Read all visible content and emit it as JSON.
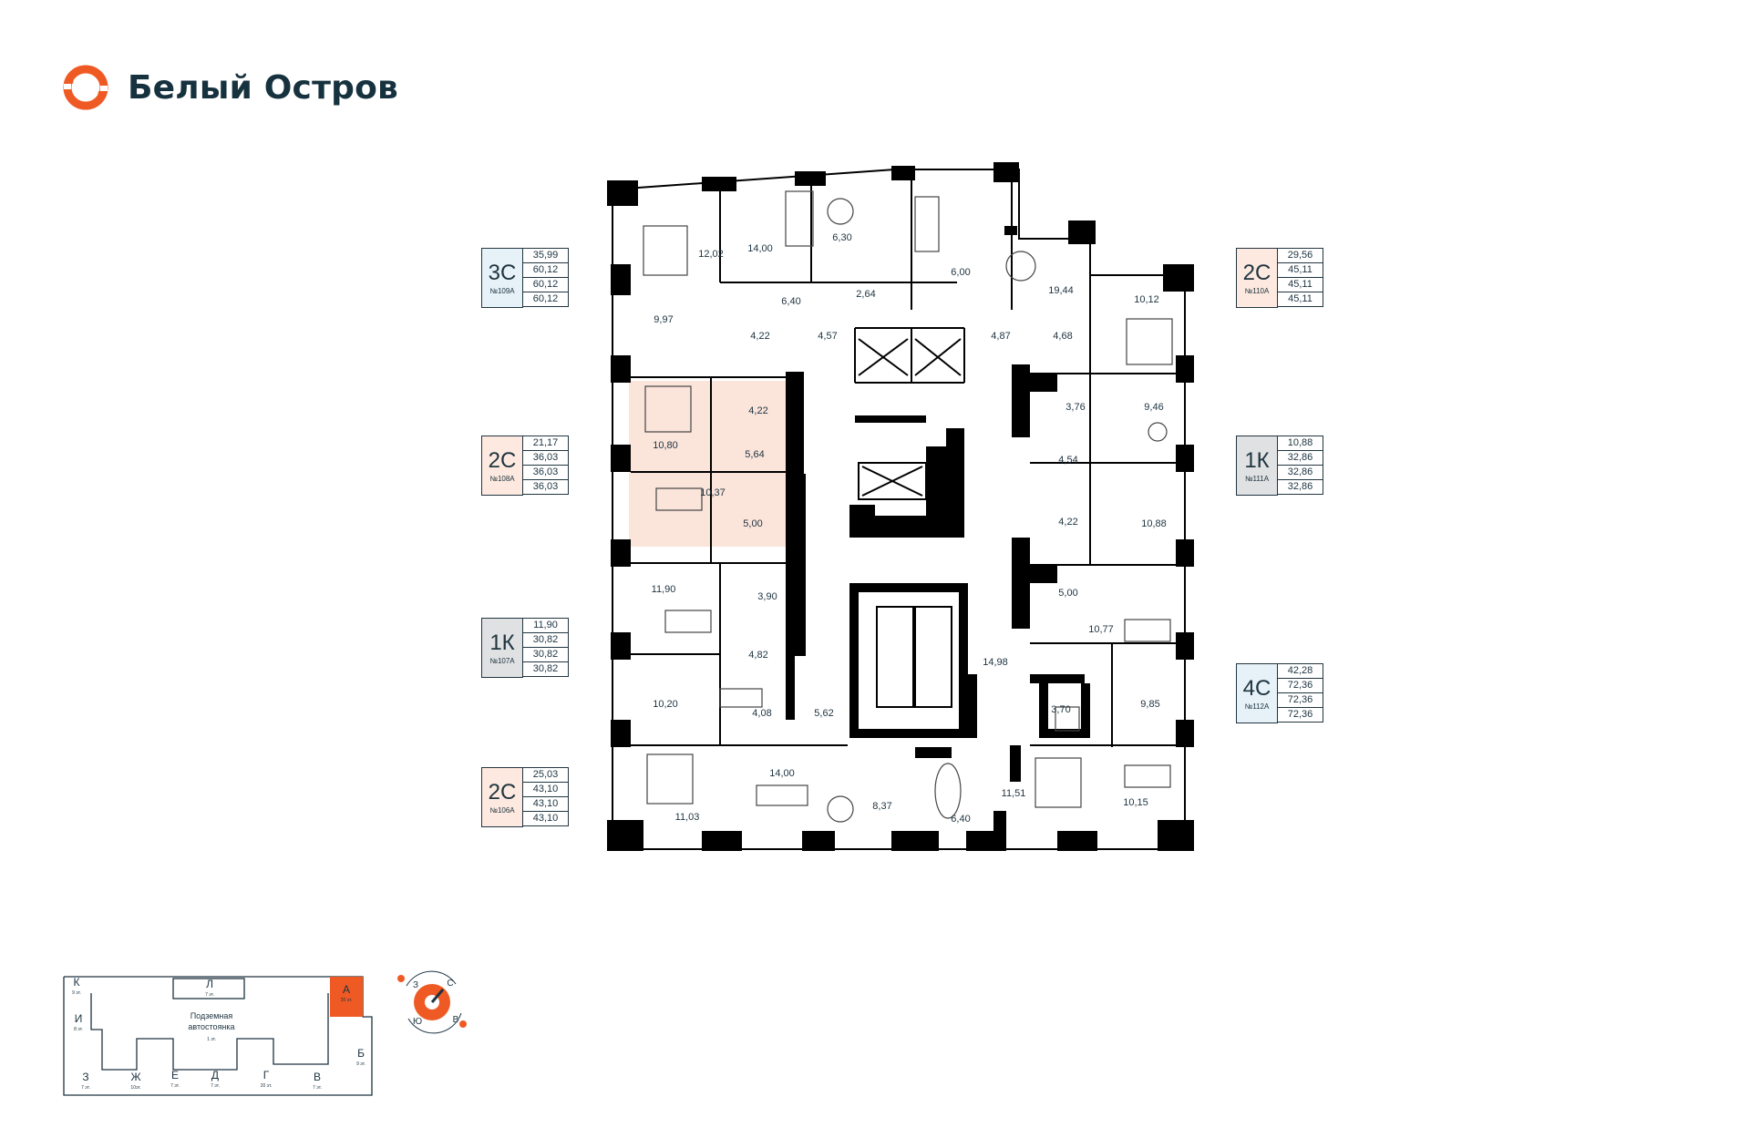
{
  "brand": {
    "name": "Белый Остров",
    "logo_color": "#ef5a24"
  },
  "colors": {
    "wall": "#000000",
    "pink_unit": "#fbe4da",
    "blue_card": "#e6f1f8",
    "pink_card": "#fde9df",
    "gray_card": "#dfe1e3",
    "compass": "#ef5a24"
  },
  "apartments": [
    {
      "id": "109A",
      "type": "3С",
      "number": "№109А",
      "values": [
        "35,99",
        "60,12",
        "60,12",
        "60,12"
      ],
      "color": "blue_card"
    },
    {
      "id": "108A",
      "type": "2С",
      "number": "№108А",
      "values": [
        "21,17",
        "36,03",
        "36,03",
        "36,03"
      ],
      "color": "pink_card"
    },
    {
      "id": "107A",
      "type": "1К",
      "number": "№107А",
      "values": [
        "11,90",
        "30,82",
        "30,82",
        "30,82"
      ],
      "color": "gray_card"
    },
    {
      "id": "106A",
      "type": "2С",
      "number": "№106А",
      "values": [
        "25,03",
        "43,10",
        "43,10",
        "43,10"
      ],
      "color": "pink_card"
    },
    {
      "id": "110A",
      "type": "2С",
      "number": "№110А",
      "values": [
        "29,56",
        "45,11",
        "45,11",
        "45,11"
      ],
      "color": "pink_card"
    },
    {
      "id": "111A",
      "type": "1К",
      "number": "№111А",
      "values": [
        "10,88",
        "32,86",
        "32,86",
        "32,86"
      ],
      "color": "gray_card"
    },
    {
      "id": "112A",
      "type": "4С",
      "number": "№112А",
      "values": [
        "42,28",
        "72,36",
        "72,36",
        "72,36"
      ],
      "color": "blue_card"
    }
  ],
  "room_areas": [
    "12,02",
    "14,00",
    "6,30",
    "6,00",
    "19,44",
    "10,12",
    "6,40",
    "2,64",
    "9,97",
    "4,22",
    "4,57",
    "4,87",
    "4,68",
    "10,80",
    "4,22",
    "5,64",
    "10,37",
    "5,00",
    "3,76",
    "9,46",
    "4,54",
    "4,22",
    "10,88",
    "11,90",
    "3,90",
    "4,82",
    "10,20",
    "4,08",
    "5,62",
    "5,00",
    "10,77",
    "14,98",
    "3,70",
    "9,85",
    "11,03",
    "14,00",
    "8,37",
    "6,40",
    "11,51",
    "10,15"
  ],
  "site_key": {
    "buildings": [
      {
        "letter": "К",
        "floors": "9 эт."
      },
      {
        "letter": "Л",
        "floors": "7 эт."
      },
      {
        "letter": "А",
        "floors": "20 эт.",
        "highlight": true
      },
      {
        "letter": "И",
        "floors": "8 эт."
      },
      {
        "letter": "Б",
        "floors": "9 эт."
      },
      {
        "letter": "З",
        "floors": "7 эт."
      },
      {
        "letter": "Ж",
        "floors": "10эт."
      },
      {
        "letter": "Е",
        "floors": "7 эт."
      },
      {
        "letter": "Д",
        "floors": "7 эт."
      },
      {
        "letter": "Г",
        "floors": "20 эт."
      },
      {
        "letter": "В",
        "floors": "7 эт."
      }
    ],
    "parking_line1": "Подземная",
    "parking_line2": "автостоянка",
    "parking_floors": "1 эт."
  },
  "compass": {
    "north": "С",
    "south": "Ю",
    "west": "З",
    "east": "В"
  }
}
